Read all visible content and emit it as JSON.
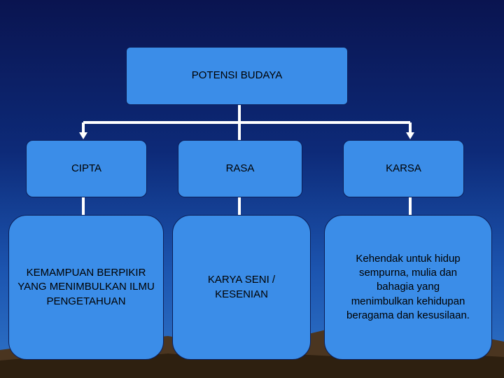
{
  "root": {
    "label": "POTENSI BUDAYA"
  },
  "categories": [
    {
      "label": "CIPTA",
      "description": "KEMAMPUAN BERPIKIR YANG MENIMBULKAN ILMU PENGETAHUAN"
    },
    {
      "label": "RASA",
      "description": "KARYA SENI / KESENIAN"
    },
    {
      "label": "KARSA",
      "description": "Kehendak untuk hidup sempurna, mulia dan bahagia yang menimbulkan kehidupan beragama dan kesusilaan."
    }
  ],
  "colors": {
    "box_fill": "#3b8de8",
    "box_border": "#0b1e58",
    "connector": "#ffffff",
    "background_top": "#0a1450",
    "background_bottom": "#2f74c8"
  }
}
